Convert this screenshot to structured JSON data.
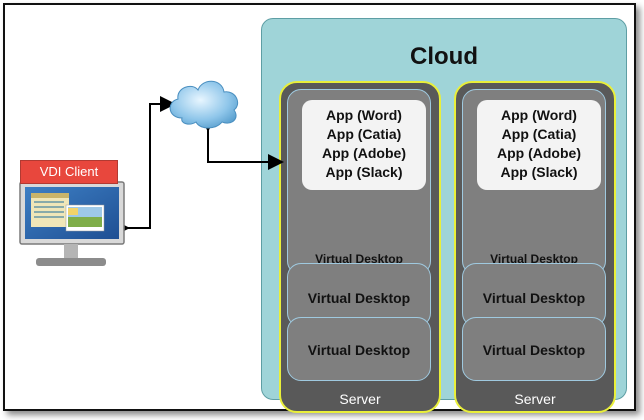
{
  "title": "Cloud",
  "client": {
    "label": "VDI Client"
  },
  "servers": [
    {
      "label": "Server",
      "apps": [
        "App (Word)",
        "App (Catia)",
        "App (Adobe)",
        "App (Slack)"
      ],
      "desktops": [
        "Virtual Desktop",
        "Virtual Desktop",
        "Virtual Desktop"
      ]
    },
    {
      "label": "Server",
      "apps": [
        "App (Word)",
        "App (Catia)",
        "App (Adobe)",
        "App (Slack)"
      ],
      "desktops": [
        "Virtual Desktop",
        "Virtual Desktop",
        "Virtual Desktop"
      ]
    }
  ],
  "colors": {
    "cloud_background": "#9fd4d8",
    "server_fill": "#595959",
    "server_border": "#e9ef3a",
    "desktop_fill": "#7f7f7f",
    "client_label_fill": "#e8473d"
  },
  "icons": {
    "monitor": "monitor-icon",
    "cloud": "cloud-icon"
  }
}
